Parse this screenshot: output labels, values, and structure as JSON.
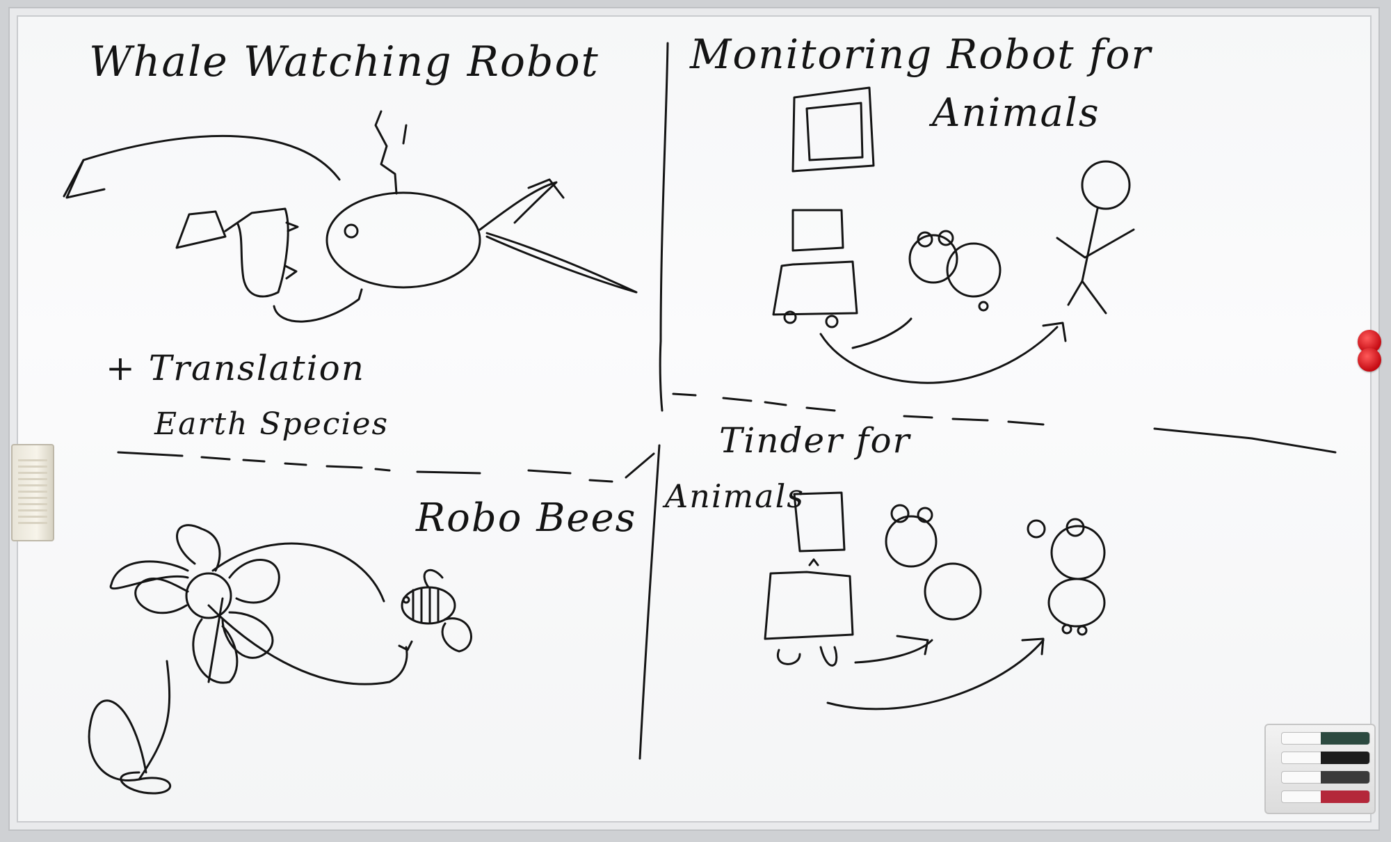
{
  "board": {
    "q1": {
      "title": "Whale Watching Robot",
      "note_line1": "+ Translation",
      "note_line2": "Earth Species"
    },
    "q2": {
      "title_line1": "Monitoring Robot for",
      "title_line2": "Animals"
    },
    "q3": {
      "title": "Robo Bees"
    },
    "q4": {
      "title_line1": "Tinder for",
      "title_line2": "Animals"
    }
  },
  "colors": {
    "ink": "#141414",
    "board": "#f7f8f9",
    "magnet": "#d4111b",
    "marker_caps": [
      "#2c4a40",
      "#1c1c1c",
      "#3a3a3a",
      "#b4283a"
    ]
  },
  "icons": [
    "whale-sketch",
    "robot-sketch",
    "flower-sketch",
    "bee-sketch",
    "butterfly-sketch",
    "bear-sketch",
    "person-sketch"
  ],
  "tray": {
    "marker_count": 4
  }
}
